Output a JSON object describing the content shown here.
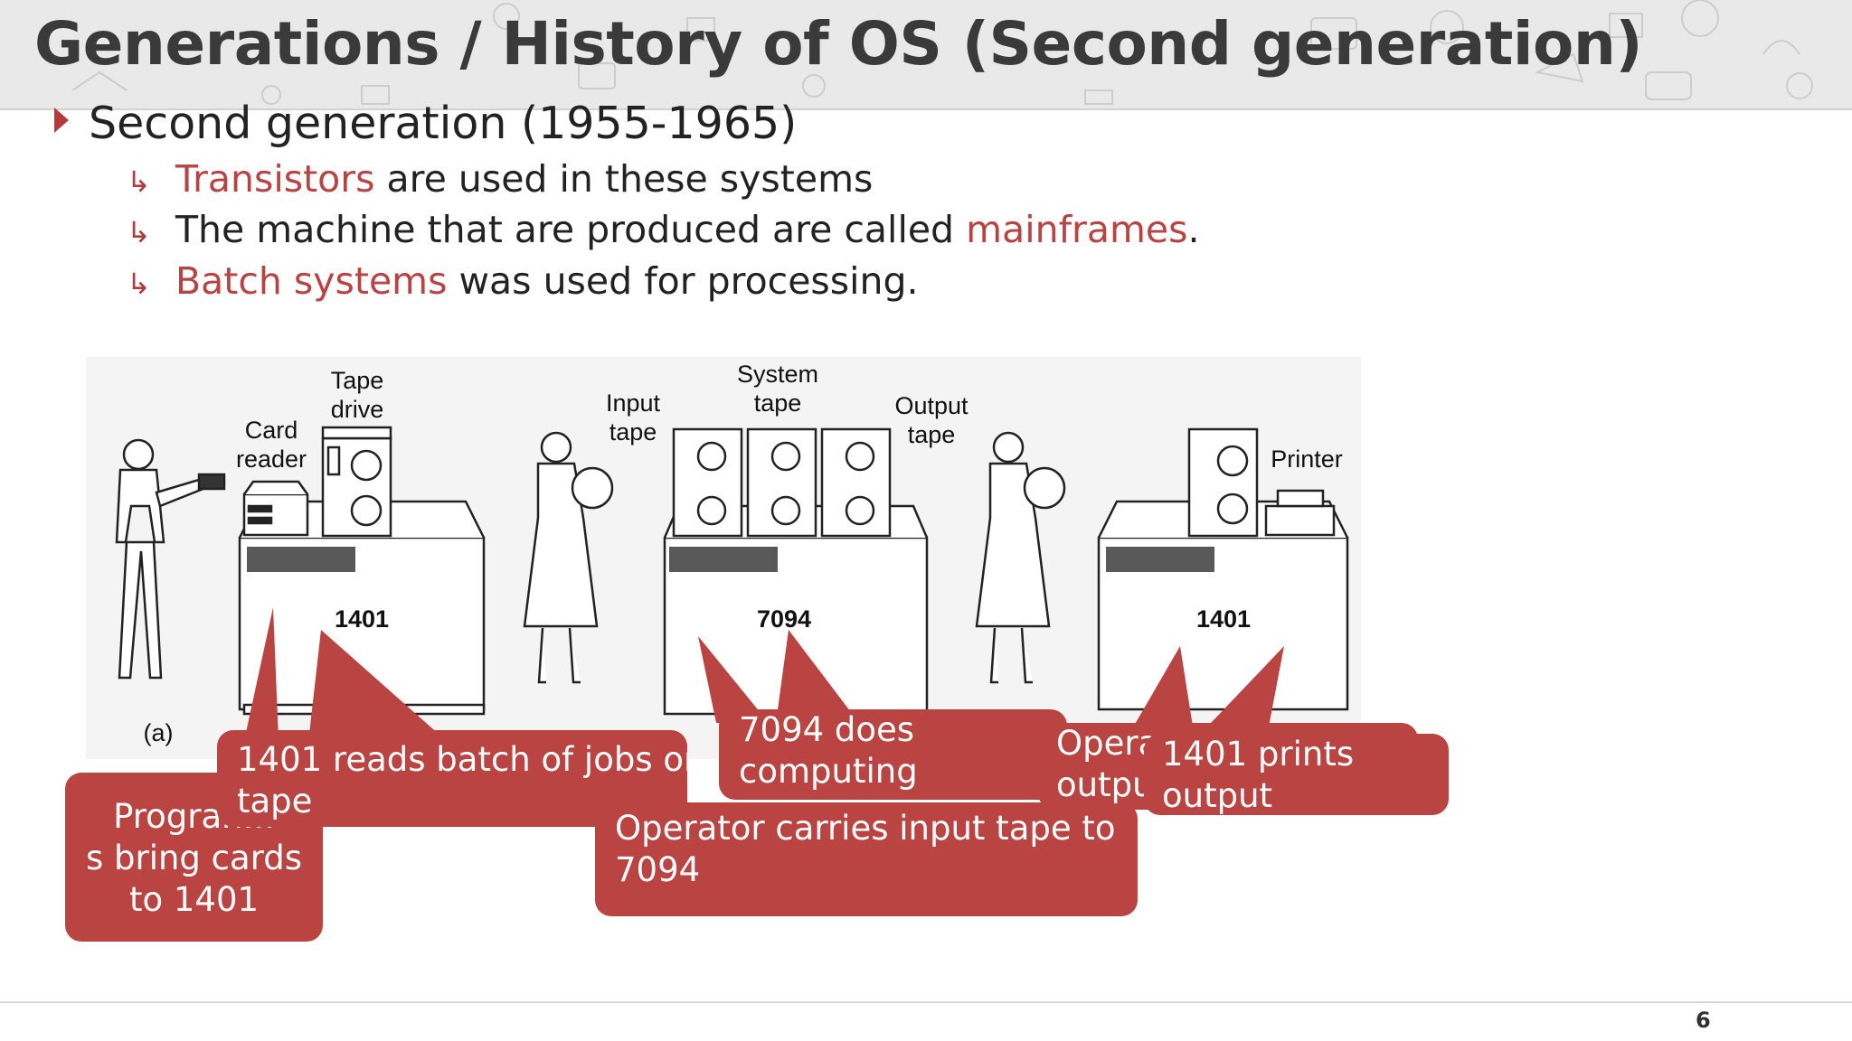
{
  "slide": {
    "title": "Generations / History of OS (Second generation)",
    "page_number": "6"
  },
  "bullets": {
    "main": "Second generation (1955-1965)",
    "sub": [
      {
        "highlight": "Transistors",
        "rest": " are used in these systems"
      },
      {
        "pre": "The machine that are produced are called ",
        "highlight": "mainframes",
        "post": "."
      },
      {
        "highlight": "Batch systems",
        "rest": " was used for processing."
      }
    ]
  },
  "diagram": {
    "labels": {
      "tape_drive": "Tape\ndrive",
      "card_reader": "Card\nreader",
      "input_tape": "Input\ntape",
      "system_tape": "System\ntape",
      "output_tape": "Output\ntape",
      "printer": "Printer",
      "panel_a": "(a)"
    },
    "machines": {
      "left": "1401",
      "middle": "7094",
      "right": "1401"
    }
  },
  "callouts": {
    "programmers": "Progran...\ns bring cards\nto 1401",
    "reads_batch": "1401 reads batch of jobs on\ntape",
    "does_computing": "7094 does\ncomputing",
    "operator_carries": "Operator carries input tape to\n7094",
    "operator_output": "Opera\noutpu",
    "prints_output": "1401 prints\noutput"
  },
  "colors": {
    "accent": "#b94442",
    "header_bg": "#e9e9e9",
    "title_text": "#3a3a3a"
  }
}
